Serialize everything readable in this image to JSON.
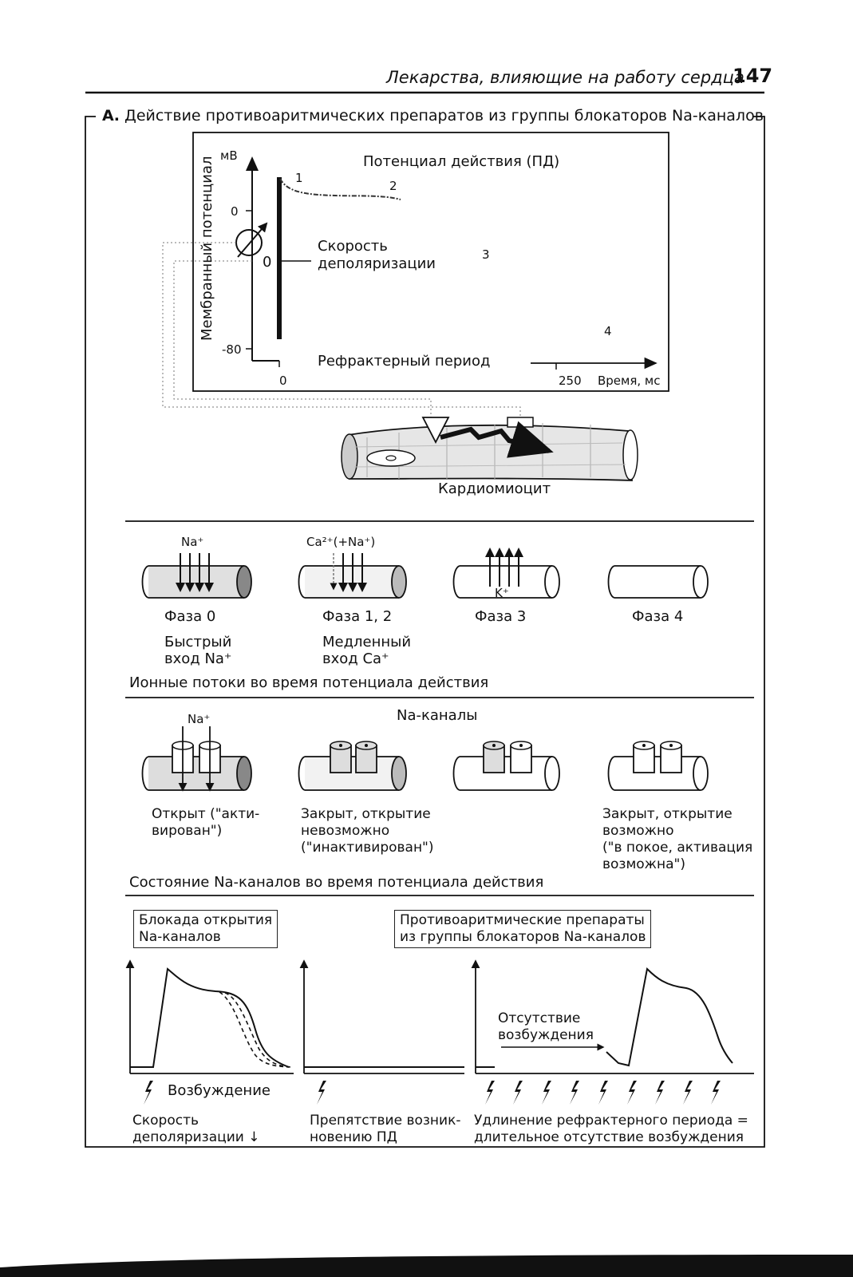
{
  "header": {
    "title": "Лекарства, влияющие на работу сердца",
    "page_number": "147"
  },
  "section": {
    "letter": "А.",
    "title": "Действие противоаритмических препаратов из группы блокаторов Na-каналов"
  },
  "ap_panel": {
    "title": "Потенциал действия (ПД)",
    "y_unit": "мВ",
    "y_label": "Мембранный потенциал",
    "tick_0": "0",
    "tick_m80": "-80",
    "x_tick_0": "0",
    "x_tick_250": "250",
    "x_label": "Время, мс",
    "phase_1": "1",
    "phase_2": "2",
    "phase_3": "3",
    "phase_4": "4",
    "phase_0": "0",
    "depol_line1": "Скорость",
    "depol_line2": "деполяризации",
    "refractory": "Рефрактерный период",
    "cell_label": "Кардиомиоцит"
  },
  "ion_flows": {
    "title": "Ионные потоки во время потенциала действия",
    "items": [
      {
        "ion": "Na⁺",
        "phase": "Фаза 0",
        "desc1": "Быстрый",
        "desc2": "вход Na⁺"
      },
      {
        "ion": "Ca²⁺(+Na⁺)",
        "phase": "Фаза 1, 2",
        "desc1": "Медленный",
        "desc2": "вход Ca⁺"
      },
      {
        "ion": "K⁺",
        "phase": "Фаза 3",
        "desc1": "",
        "desc2": ""
      },
      {
        "ion": "",
        "phase": "Фаза 4",
        "desc1": "",
        "desc2": ""
      }
    ]
  },
  "na_channels": {
    "title": "Состояние Na-каналов во время потенциала действия",
    "ion": "Na⁺",
    "group_label": "Na-каналы",
    "open": "Открыт (\"акти-\nвирован\")",
    "closed_inactive": "Закрыт, открытие\nневозможно\n(\"инактивирован\")",
    "closed_rest": "Закрыт, открытие\nвозможно\n(\"в покое, активация\nвозможна\")"
  },
  "blockade": {
    "box1": "Блокада открытия\nNa-каналов",
    "box2": "Противоаритмические препараты\nиз группы блокаторов Na-каналов",
    "excitation": "Возбуждение",
    "no_excitation": "Отсутствие\nвозбуждения",
    "caption1": "Скорость\nдеполяризации ↓",
    "caption2": "Препятствие возник-\nновению ПД",
    "caption3": "Удлинение рефрактерного периода =\nдлительное отсутствие возбуждения"
  }
}
